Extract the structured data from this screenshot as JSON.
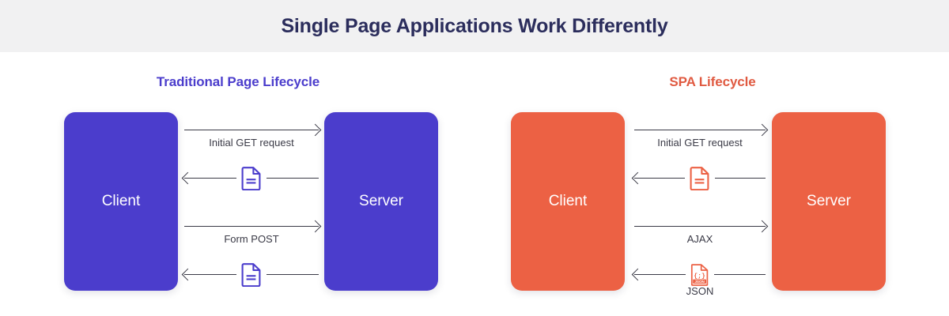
{
  "header": {
    "title": "Single Page Applications Work Differently",
    "background_color": "#f1f1f2",
    "title_color": "#2b2d5c"
  },
  "panels": [
    {
      "id": "traditional",
      "title": "Traditional Page Lifecycle",
      "accent_color": "#4b3dcc",
      "client_label": "Client",
      "server_label": "Server",
      "flows": [
        {
          "direction": "right",
          "label": "Initial GET request",
          "label_position": "below-line",
          "icon": null
        },
        {
          "direction": "left",
          "label": "",
          "label_position": "none",
          "icon": "document-icon"
        },
        {
          "direction": "right",
          "label": "Form POST",
          "label_position": "below-line",
          "icon": null
        },
        {
          "direction": "left",
          "label": "",
          "label_position": "none",
          "icon": "document-icon"
        }
      ]
    },
    {
      "id": "spa",
      "title": "SPA Lifecycle",
      "accent_color": "#ec6144",
      "client_label": "Client",
      "server_label": "Server",
      "flows": [
        {
          "direction": "right",
          "label": "Initial GET request",
          "label_position": "below-line",
          "icon": null
        },
        {
          "direction": "left",
          "label": "",
          "label_position": "none",
          "icon": "document-icon"
        },
        {
          "direction": "right",
          "label": "AJAX",
          "label_position": "below-line",
          "icon": null
        },
        {
          "direction": "left",
          "label": "JSON",
          "label_position": "below-line",
          "icon": "json-file-icon",
          "icon_text": "JSON"
        }
      ]
    }
  ]
}
